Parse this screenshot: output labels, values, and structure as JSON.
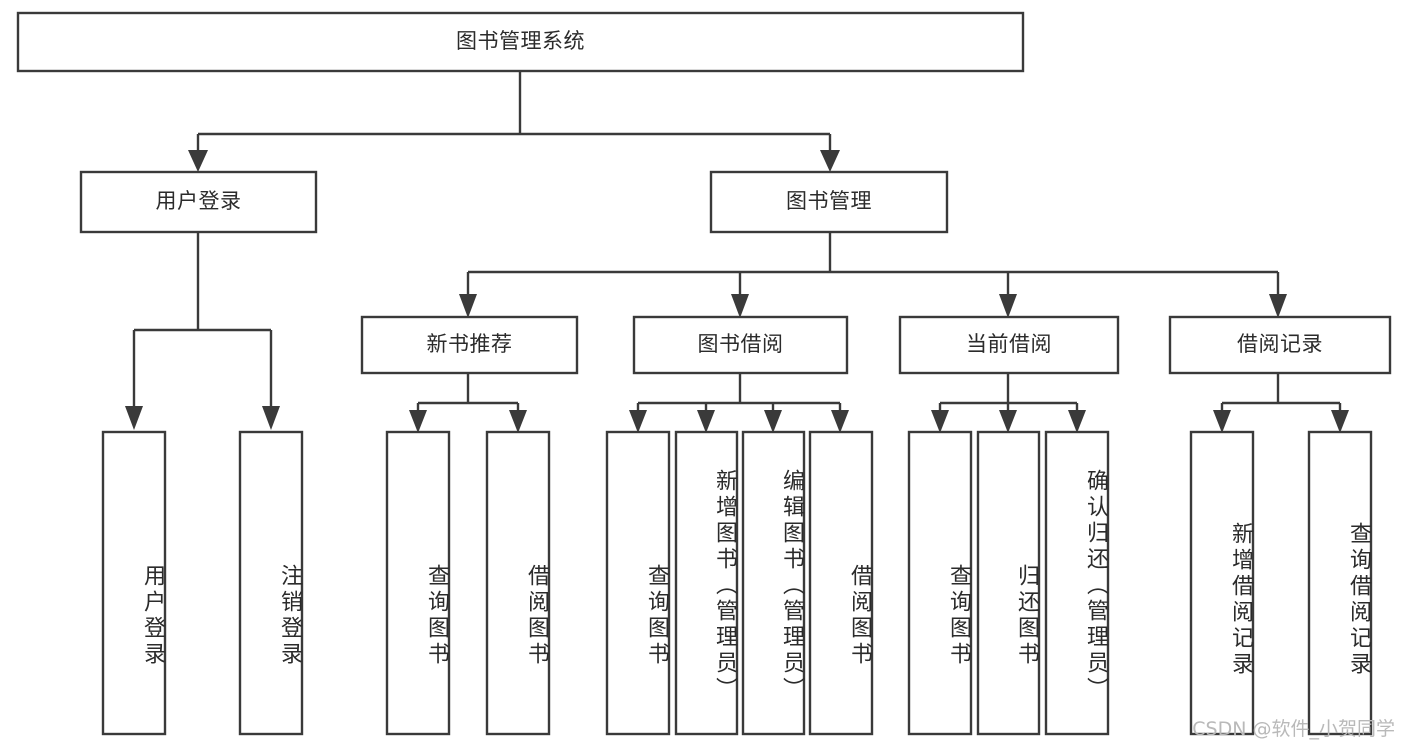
{
  "diagram": {
    "title": "图书管理系统",
    "type": "hierarchy-tree",
    "watermark": "CSDN @软件_小贺同学",
    "levels": {
      "root": {
        "label": "图书管理系统"
      },
      "level2": [
        {
          "id": "user-login",
          "label": "用户登录"
        },
        {
          "id": "book-management",
          "label": "图书管理"
        }
      ],
      "level3": [
        {
          "id": "new-book-recommend",
          "label": "新书推荐"
        },
        {
          "id": "book-borrow",
          "label": "图书借阅"
        },
        {
          "id": "current-borrow",
          "label": "当前借阅"
        },
        {
          "id": "borrow-record",
          "label": "借阅记录"
        }
      ],
      "leaves": {
        "user_login": [
          {
            "id": "leaf-user-login",
            "label": "用户登录"
          },
          {
            "id": "leaf-logout-login",
            "label": "注销登录"
          }
        ],
        "new_book_recommend": [
          {
            "id": "leaf-query-book-1",
            "label": "查询图书"
          },
          {
            "id": "leaf-borrow-book-1",
            "label": "借阅图书"
          }
        ],
        "book_borrow": [
          {
            "id": "leaf-query-book-2",
            "label": "查询图书"
          },
          {
            "id": "leaf-add-book-admin",
            "label": "新增图书（管理员）"
          },
          {
            "id": "leaf-edit-book-admin",
            "label": "编辑图书（管理员）"
          },
          {
            "id": "leaf-borrow-book-2",
            "label": "借阅图书"
          }
        ],
        "current_borrow": [
          {
            "id": "leaf-query-book-3",
            "label": "查询图书"
          },
          {
            "id": "leaf-return-book",
            "label": "归还图书"
          },
          {
            "id": "leaf-confirm-return-admin",
            "label": "确认归还（管理员）"
          }
        ],
        "borrow_record": [
          {
            "id": "leaf-add-borrow-record",
            "label": "新增借阅记录"
          },
          {
            "id": "leaf-query-borrow-record",
            "label": "查询借阅记录"
          }
        ]
      }
    },
    "colors": {
      "stroke": "#3a3a3a",
      "fill": "#ffffff",
      "text": "#2b2b2b",
      "watermark": "#b9b9b9",
      "background": "#ffffff"
    }
  }
}
